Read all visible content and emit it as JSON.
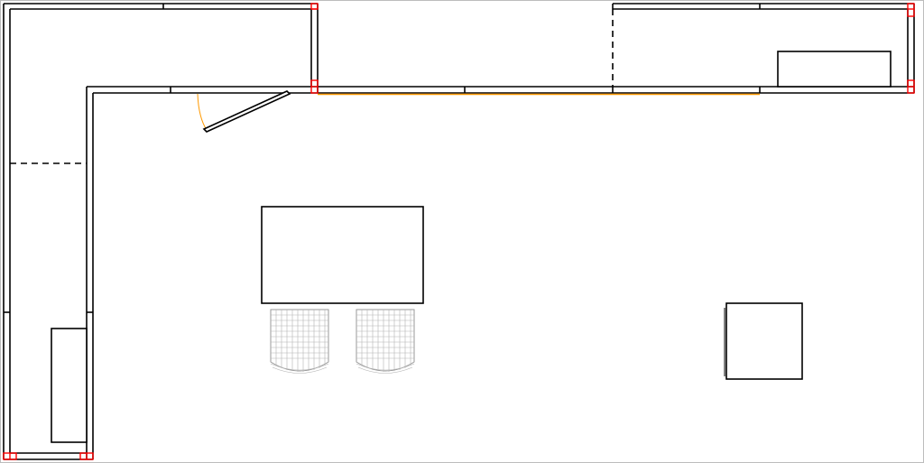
{
  "plan": {
    "colors": {
      "background": "#ffffff",
      "border": "#bdbdbd",
      "wall": "#000000",
      "marker": "#ff0000",
      "accent": "#ff9900",
      "chair_mesh": "#9a9a9a"
    },
    "elements": {
      "walls": "exhibition-stand-walls",
      "dashed_separators": "open-section-lines",
      "door": "hinged-door",
      "counter_top": "wall-counter",
      "counter_left": "side-counter",
      "table": "center-table",
      "chairs": "two-chairs",
      "box": "display-box"
    }
  }
}
